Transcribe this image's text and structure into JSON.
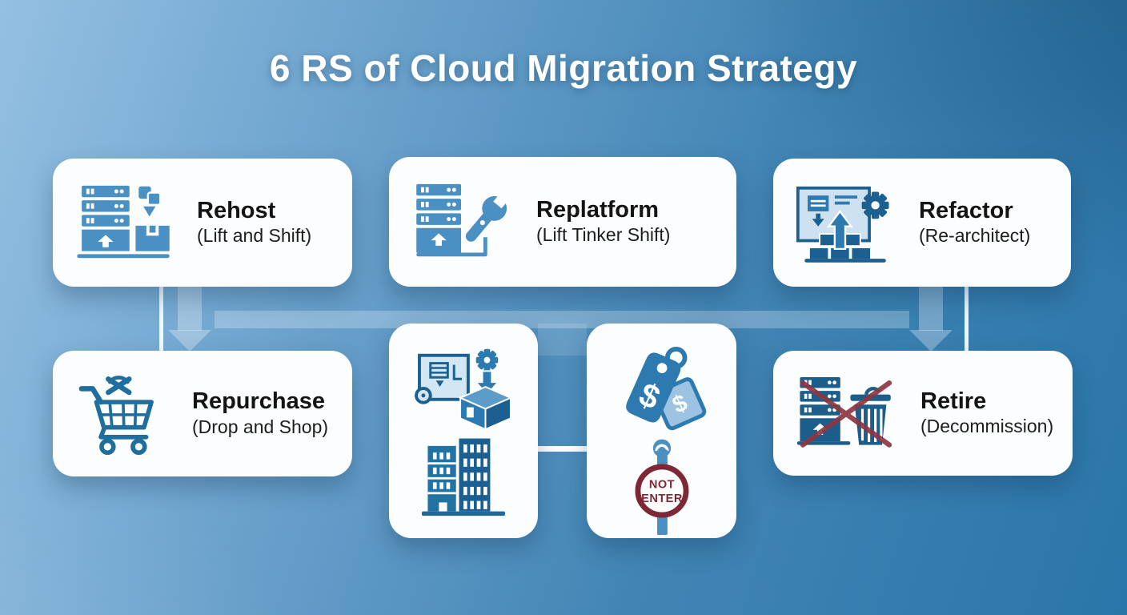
{
  "title": "6 RS of Cloud Migration Strategy",
  "palette": {
    "background_light_blue": "#94c0e2",
    "background_deep_blue": "#2a76a9",
    "card_background": "#fcfdfe",
    "icon_blue": "#4a90c2",
    "icon_mid_blue": "#2d7ab0",
    "icon_dark_blue": "#1c6091",
    "icon_pale_blue": "#cde1f1",
    "danger_red": "#8e2f3d",
    "text_dark": "#141414",
    "connector_white": "#ffffff"
  },
  "cards": {
    "rehost": {
      "title": "Rehost",
      "subtitle": "(Lift and Shift)",
      "icon": "server-migration-icon"
    },
    "replatform": {
      "title": "Replatform",
      "subtitle": "(Lift Tinker Shift)",
      "icon": "server-wrench-icon"
    },
    "refactor": {
      "title": "Refactor",
      "subtitle": "(Re-architect)",
      "icon": "blueprint-gear-bricks-icon"
    },
    "repurchase": {
      "title": "Repurchase",
      "subtitle": "(Drop and Shop)",
      "icon": "shopping-cart-icon"
    },
    "relocate": {
      "icons": [
        "blueprint-house-package-icon",
        "office-building-icon"
      ]
    },
    "retain": {
      "icons": [
        "price-tags-icon",
        "not-enter-sign-icon"
      ],
      "tag_symbol": "$",
      "sign_line1": "NOT",
      "sign_line2": "ENTER"
    },
    "retire": {
      "title": "Retire",
      "subtitle": "(Decommission)",
      "icon": "server-trashcan-crossed-icon"
    }
  }
}
